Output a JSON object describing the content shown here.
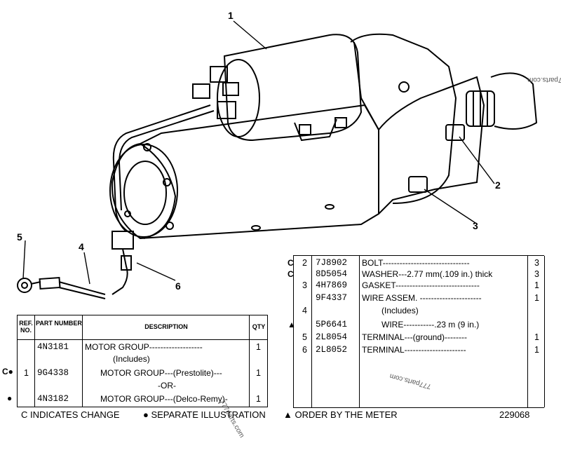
{
  "callouts": [
    "1",
    "2",
    "3",
    "4",
    "5",
    "6"
  ],
  "left_table": {
    "headers": {
      "ref_no": "REF. NO.",
      "part_number": "PART NUMBER",
      "description": "DESCRIPTION",
      "qty": "QTY"
    },
    "rows": [
      {
        "marker": "",
        "ref": "",
        "part": "4N3181",
        "desc": "MOTOR GROUP-------------------",
        "qty": "1"
      },
      {
        "marker": "",
        "ref": "",
        "part": "",
        "desc": "(Includes)",
        "qty": ""
      },
      {
        "marker": "C●",
        "ref": "1",
        "part": "9G4338",
        "desc": "MOTOR GROUP---(Prestolite)---",
        "qty": "1"
      },
      {
        "marker": "",
        "ref": "",
        "part": "",
        "desc": "-OR-",
        "qty": ""
      },
      {
        "marker": "●",
        "ref": "",
        "part": "4N3182",
        "desc": "MOTOR GROUP---(Delco-Remy)-",
        "qty": "1"
      }
    ]
  },
  "right_table": {
    "rows": [
      {
        "marker": "C",
        "ref": "2",
        "part": "7J8902",
        "desc": "BOLT-------------------------------",
        "qty": "3"
      },
      {
        "marker": "C",
        "ref": "",
        "part": "8D5054",
        "desc": "WASHER---2.77 mm(.109 in.) thick",
        "qty": "3"
      },
      {
        "marker": "",
        "ref": "3",
        "part": "4H7869",
        "desc": "GASKET------------------------------",
        "qty": "1"
      },
      {
        "marker": "",
        "ref": "",
        "part": "9F4337",
        "desc": "WIRE ASSEM. ----------------------",
        "qty": "1"
      },
      {
        "marker": "",
        "ref": "4",
        "part": "",
        "desc": "(Includes)",
        "qty": ""
      },
      {
        "marker": "▲",
        "ref": "",
        "part": "5P6641",
        "desc": "WIRE-----------.23 m (9 in.)",
        "qty": ""
      },
      {
        "marker": "",
        "ref": "5",
        "part": "2L8054",
        "desc": "TERMINAL---(ground)--------",
        "qty": "1"
      },
      {
        "marker": "",
        "ref": "6",
        "part": "2L8052",
        "desc": "TERMINAL----------------------",
        "qty": "1"
      }
    ]
  },
  "footer": {
    "change": "C INDICATES CHANGE",
    "separate": "● SEPARATE ILLUSTRATION",
    "order": "▲ ORDER BY THE METER",
    "number": "229068"
  },
  "watermarks": [
    "777parts.com",
    "777parts.com",
    "777parts.com"
  ]
}
